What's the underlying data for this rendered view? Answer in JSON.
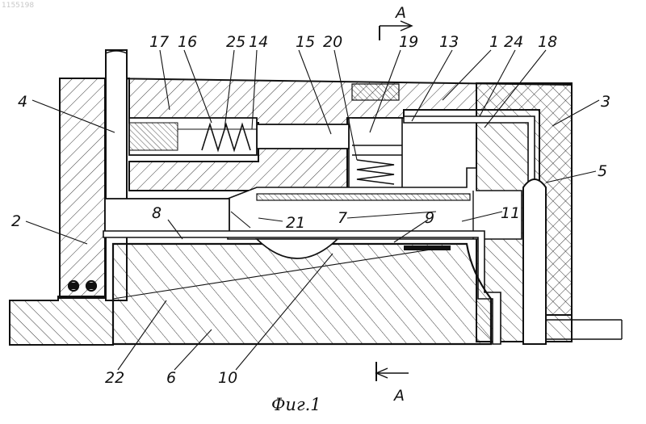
{
  "watermark": "1155198",
  "caption": "Фиг.1",
  "section": {
    "letter_top": "A",
    "letter_bottom": "A"
  },
  "labels": {
    "l17": "17",
    "l16": "16",
    "l25": "25",
    "l14": "14",
    "l15": "15",
    "l20": "20",
    "l19": "19",
    "l13": "13",
    "l1": "1",
    "l24": "24",
    "l18": "18",
    "l4": "4",
    "l3": "3",
    "l5": "5",
    "l2": "2",
    "l8": "8",
    "l21": "21",
    "l7": "7",
    "l9": "9",
    "l11": "11",
    "l22": "22",
    "l6": "6",
    "l10": "10"
  }
}
